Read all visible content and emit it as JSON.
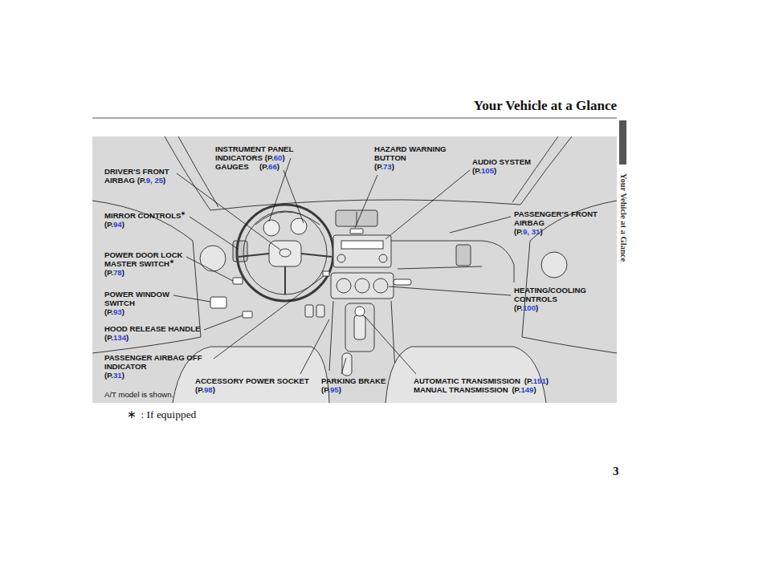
{
  "diagram": {
    "title": "Your Vehicle at a Glance",
    "labels": [
      "INSTRUMENT PANEL INDICATORS",
      "(P.",
      "60",
      ")",
      "GAUGES",
      "(P.",
      "66",
      ")",
      "HAZARD WARNING BUTTON",
      "(P.",
      "73",
      ")",
      "AUDIO SYSTEM",
      "(P.",
      "105",
      ")",
      "DRIVER'S FRONT AIRBAG",
      "(P.",
      "9, 25",
      ")",
      "MIRROR CONTROLS",
      "∗",
      "(P.",
      "94",
      ")",
      "PASSENGER'S FRONT AIRBAG",
      "(P.",
      "9, 31",
      ")",
      "POWER DOOR LOCK MASTER SWITCH",
      "∗",
      "(P.",
      "78",
      ")",
      "POWER WINDOW SWITCH",
      "(P.",
      "93",
      ")",
      "HEATING/COOLING CONTROLS",
      "(P.",
      "100",
      ")",
      "HOOD RELEASE HANDLE",
      "(P.",
      "134",
      ")",
      "PASSENGER AIRBAG OFF INDICATOR",
      "(P.",
      "31",
      ")",
      "ACCESSORY POWER SOCKET",
      "(P.",
      "98",
      ")",
      "PARKING BRAKE",
      "(P.",
      "95",
      ")",
      "AUTOMATIC TRANSMISSION",
      "(P.",
      "151",
      ")",
      "MANUAL TRANSMISSION",
      "(P.",
      "149",
      ")",
      "A/T model is shown.",
      "∗",
      ": If equipped",
      "Your Vehicle at a Glance",
      "3"
    ]
  }
}
